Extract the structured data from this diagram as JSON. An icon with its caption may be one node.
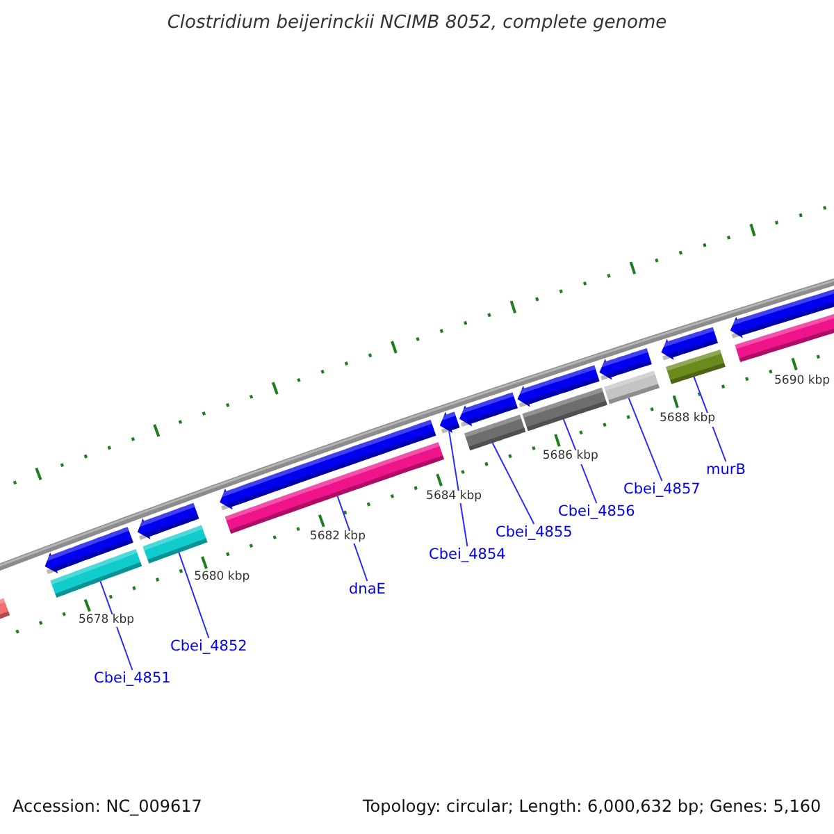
{
  "diagram": {
    "title": "Clostridium beijerinckii NCIMB 8052, complete genome",
    "nodes": [
      {
        "text": [
          "Cbei_4851"
        ]
      },
      {
        "text": [
          "Cbei_4852"
        ]
      },
      {
        "text": [
          "dnaE"
        ]
      },
      {
        "text": [
          "Cbei_4854"
        ]
      },
      {
        "text": [
          "Cbei_4855"
        ]
      },
      {
        "text": [
          "Cbei_4856"
        ]
      },
      {
        "text": [
          "Cbei_4857"
        ]
      },
      {
        "text": [
          "murB"
        ]
      },
      {
        "text": [],
        "shape": "pentagon"
      },
      {
        "text": [],
        "shape": "pentagon"
      },
      {
        "text": [],
        "shape": "pentagon"
      },
      {
        "text": [],
        "shape": "pentagon"
      },
      {
        "text": [],
        "shape": "pentagon"
      },
      {
        "text": [],
        "shape": "pentagon"
      },
      {
        "text": [],
        "shape": "pentagon"
      },
      {
        "text": [],
        "shape": "pentagon"
      },
      {
        "text": [],
        "shape": "pentagon"
      },
      {
        "text": [],
        "shape": "bar"
      },
      {
        "text": [],
        "shape": "bar"
      },
      {
        "text": [],
        "shape": "bar"
      },
      {
        "text": [],
        "shape": "bar"
      },
      {
        "text": [],
        "shape": "bar"
      },
      {
        "text": [],
        "shape": "bar"
      },
      {
        "text": [],
        "shape": "bar"
      },
      {
        "text": [],
        "shape": "bar"
      },
      {
        "text": [],
        "shape": "bar"
      }
    ],
    "edges": [
      {
        "from": 0,
        "to": 18,
        "arrow": "none"
      },
      {
        "from": 1,
        "to": 19,
        "arrow": "none"
      },
      {
        "from": 2,
        "to": 20,
        "arrow": "none"
      },
      {
        "from": 3,
        "to": 11,
        "arrow": "none"
      },
      {
        "from": 4,
        "to": 21,
        "arrow": "none"
      },
      {
        "from": 5,
        "to": 22,
        "arrow": "none"
      },
      {
        "from": 6,
        "to": 23,
        "arrow": "none"
      },
      {
        "from": 7,
        "to": 24,
        "arrow": "none"
      }
    ],
    "labels": [
      "5678 kbp",
      "5680 kbp",
      "5682 kbp",
      "5684 kbp",
      "5686 kbp",
      "5688 kbp",
      "5690 kbp",
      "Accession: NC_009617",
      "Topology: circular; Length: 6,000,632 bp; Genes: 5,160"
    ]
  }
}
